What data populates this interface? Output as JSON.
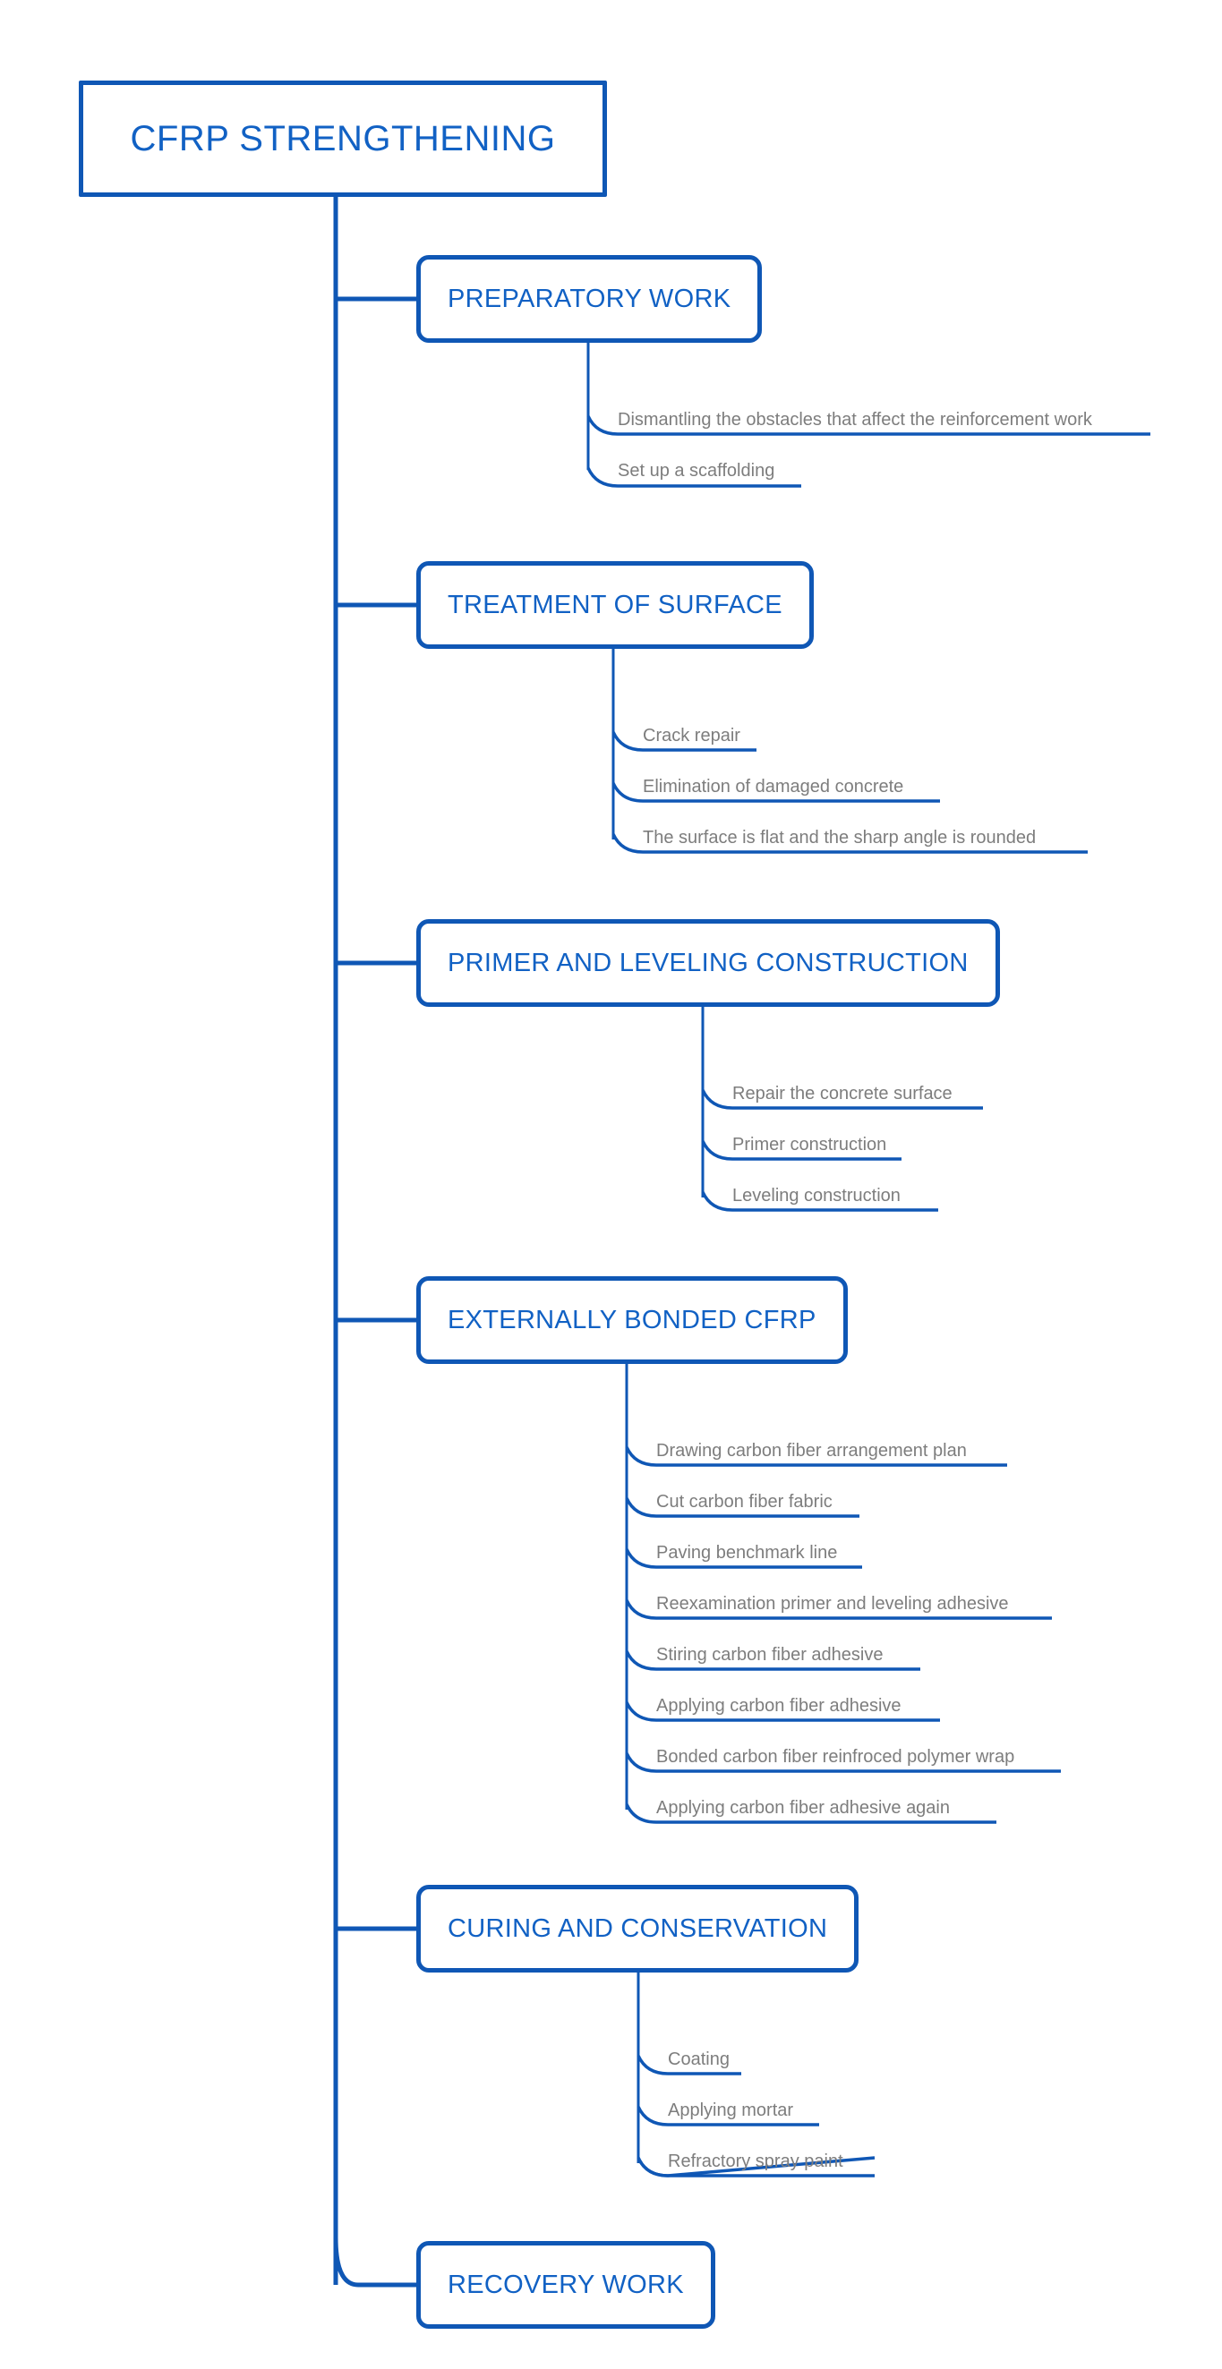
{
  "diagram": {
    "type": "mind-map",
    "title": "CFRP STRENGTHENING",
    "accent_color": "#0f57b5",
    "node_text_color": "#1161c4",
    "leaf_text_color": "#7d7d7d",
    "background_color": "#ffffff",
    "root": {
      "label": "CFRP STRENGTHENING"
    },
    "branches": [
      {
        "label": "PREPARATORY WORK",
        "children": [
          {
            "label": "Dismantling the obstacles that affect the reinforcement work"
          },
          {
            "label": "Set up a scaffolding"
          }
        ]
      },
      {
        "label": "TREATMENT OF SURFACE",
        "children": [
          {
            "label": "Crack repair"
          },
          {
            "label": "Elimination of damaged concrete"
          },
          {
            "label": "The surface is flat and the sharp angle is rounded"
          }
        ]
      },
      {
        "label": "PRIMER AND LEVELING CONSTRUCTION",
        "children": [
          {
            "label": "Repair the concrete surface"
          },
          {
            "label": "Primer construction"
          },
          {
            "label": "Leveling construction"
          }
        ]
      },
      {
        "label": "EXTERNALLY BONDED CFRP",
        "children": [
          {
            "label": "Drawing carbon fiber arrangement plan"
          },
          {
            "label": "Cut carbon fiber fabric"
          },
          {
            "label": "Paving benchmark line"
          },
          {
            "label": "Reexamination primer and leveling adhesive"
          },
          {
            "label": "Stiring carbon fiber adhesive"
          },
          {
            "label": "Applying carbon fiber adhesive"
          },
          {
            "label": "Bonded carbon fiber reinfroced polymer wrap"
          },
          {
            "label": "Applying carbon fiber adhesive again"
          }
        ]
      },
      {
        "label": "CURING AND CONSERVATION",
        "children": [
          {
            "label": "Coating"
          },
          {
            "label": "Applying mortar"
          },
          {
            "label": "Refractory spray paint"
          }
        ]
      },
      {
        "label": "RECOVERY WORK",
        "children": []
      }
    ]
  }
}
